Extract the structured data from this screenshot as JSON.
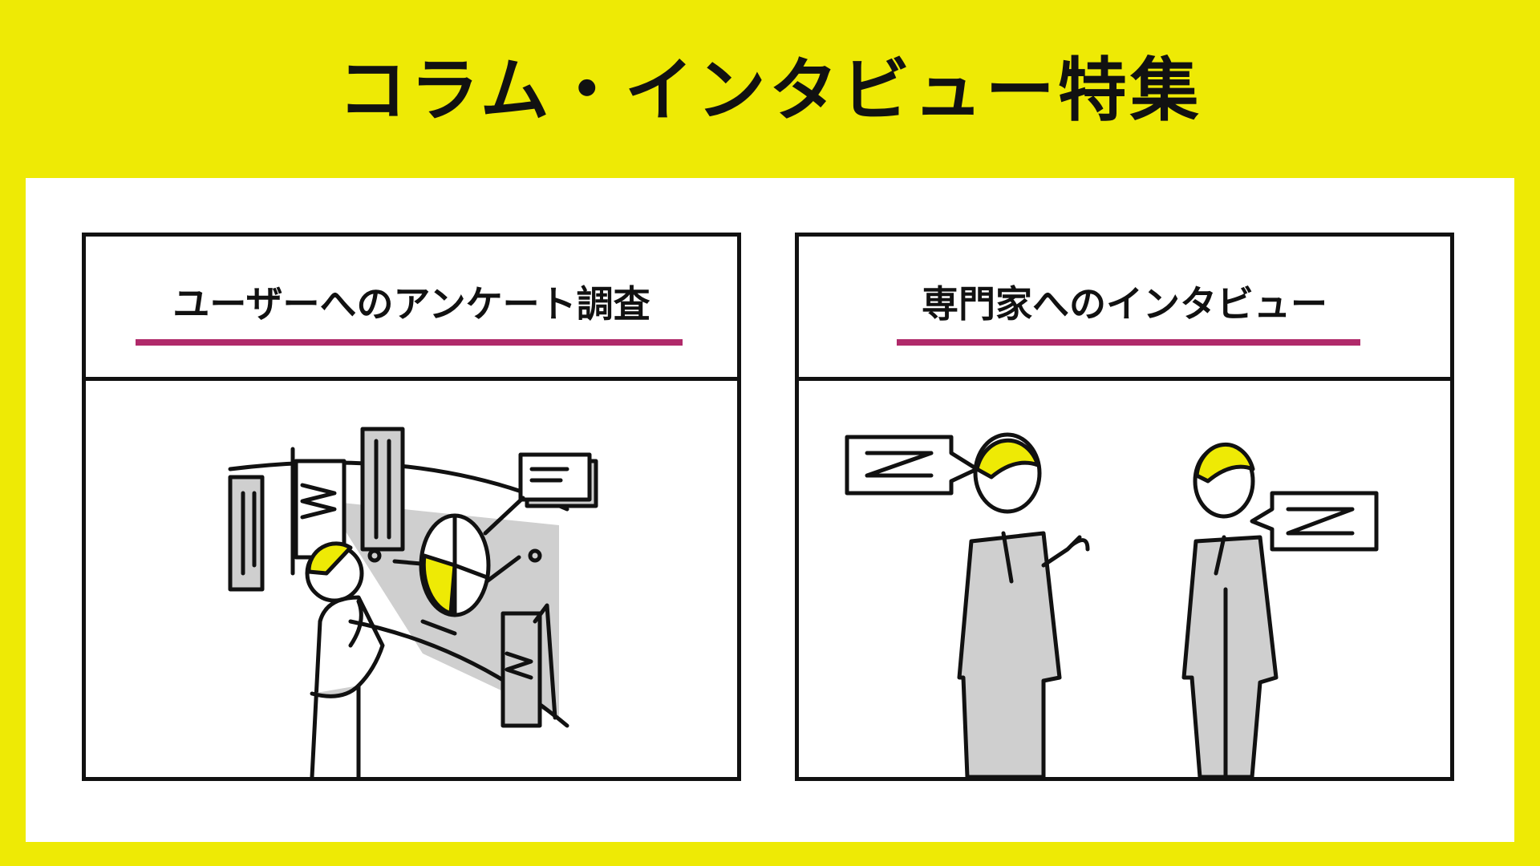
{
  "header": {
    "title": "コラム・インタビュー特集"
  },
  "cards": [
    {
      "title": "ユーザーへのアンケート調査",
      "illustration": "person-analyzing-charts"
    },
    {
      "title": "専門家へのインタビュー",
      "illustration": "two-businessmen-talking"
    }
  ],
  "colors": {
    "background": "#eeea05",
    "panel": "#ffffff",
    "accent": "#b02a6a",
    "ink": "#111111",
    "gray": "#cfcfcf"
  }
}
